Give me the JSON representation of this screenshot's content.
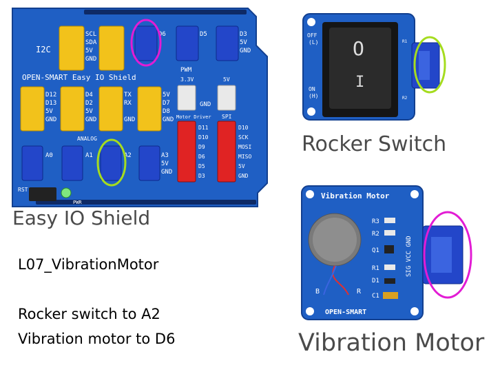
{
  "captions": {
    "shield": "Easy IO Shield",
    "rocker": "Rocker Switch",
    "vibration": "Vibration Motor"
  },
  "notes": {
    "title": "L07_VibrationMotor",
    "line1": "Rocker switch to A2",
    "line2": "Vibration motor to D6"
  },
  "shield": {
    "brand": "OPEN-SMART  Easy IO Shield",
    "i2c": "I2C",
    "i2c_pins": [
      "SCL",
      "SDA",
      "5V",
      "GND"
    ],
    "d6_pin": "D6",
    "d5_pins": [
      "D5"
    ],
    "d3_pins": [
      "D3",
      "5V",
      "GND"
    ],
    "pwm": "PWM",
    "left_pins": [
      "D12",
      "D13",
      "5V",
      "GND"
    ],
    "mid_pins": [
      "D4",
      "D2",
      "5V",
      "GND"
    ],
    "serial_pins": [
      "TX",
      "RX",
      "GND"
    ],
    "right_pins": [
      "5V",
      "D7",
      "D8",
      "GND"
    ],
    "v33": "3.3V",
    "v5": "5V",
    "gnd": "GND",
    "motor_driver": "Motor Driver",
    "spi": "SPI",
    "motor_pins": [
      "D11",
      "D10",
      "D9",
      "D6",
      "D5",
      "D3"
    ],
    "spi_pins": [
      "D10",
      "SCK",
      "MOSI",
      "MISO",
      "5V",
      "GND"
    ],
    "analog": "ANALOG",
    "a0": "A0",
    "a1": "A1",
    "a2": "A2",
    "a3_pins": [
      "A3",
      "5V",
      "GND"
    ],
    "rst": "RST",
    "pwr": "PWR"
  },
  "rocker": {
    "off": "OFF",
    "off_l": "(L)",
    "on": "ON",
    "on_h": "(H)",
    "symbol_off": "O",
    "symbol_on": "I",
    "r1": "R1",
    "r2": "R2"
  },
  "vibration": {
    "title": "Vibration Motor",
    "parts": [
      "R3",
      "R2",
      "Q1",
      "R1",
      "D1",
      "C1"
    ],
    "pins": "SIG VCC GND",
    "b": "B",
    "r": "R",
    "brand": "OPEN-SMART"
  },
  "colors": {
    "pcb": "#1f5fc4",
    "pcb_dark": "#123f8f",
    "header_yellow": "#f2c21b",
    "header_blue": "#2346c9",
    "header_red": "#e02323",
    "header_white": "#e9e9e9",
    "marker_magenta": "#e21cd4",
    "marker_green": "#a5dc1f"
  }
}
